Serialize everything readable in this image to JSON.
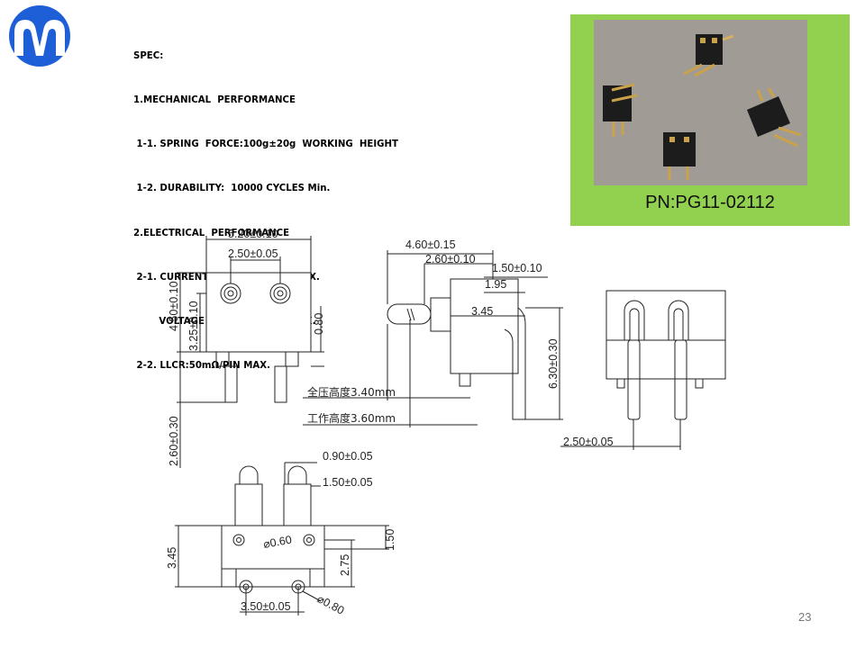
{
  "spec": {
    "lines": [
      "SPEC:",
      "1.MECHANICAL  PERFORMANCE",
      " 1-1. SPRING  FORCE:100g±20g  WORKING  HEIGHT",
      " 1-2. DURABILITY:  10000 CYCLES Min.",
      "2.ELECTRICAL  PERFORMANCE",
      " 2-1. CURRENT  RATING:  1.0A  MAX.",
      "        VOLTAGE RATING:  12.0V MAX.",
      " 2-2. LLCR:50mΩ/PIN MAX."
    ]
  },
  "photo": {
    "part_number": "PN:PG11-02112",
    "panel_color": "#92d050"
  },
  "drawing": {
    "front_view": {
      "width": "5.20±0.10",
      "pitch": "2.50±0.05",
      "height_total": "4.50±0.10",
      "height_body": "3.25±0.10",
      "step": "0.80",
      "pin_length": "2.60±0.30"
    },
    "side_view": {
      "depth": "4.60±0.15",
      "plunger": "2.60±0.10",
      "tail_offset": "1.50±0.10",
      "d1": "1.95",
      "d2": "3.45",
      "tail_height": "6.30±0.30",
      "compressed_height": "全压高度3.40mm",
      "working_height": "工作高度3.60mm"
    },
    "rear_view": {
      "pitch": "2.50±0.05"
    },
    "bottom_view": {
      "plunger_dia": "0.90±0.05",
      "barrel_dia": "1.50±0.05",
      "hole_dia": "⌀0.60",
      "height": "3.45",
      "h1": "1.50",
      "h2": "2.75",
      "pitch": "3.50±0.05",
      "post_dia": "⌀0.80"
    }
  },
  "page_number": "23",
  "logo_color": "#1e5fd8"
}
